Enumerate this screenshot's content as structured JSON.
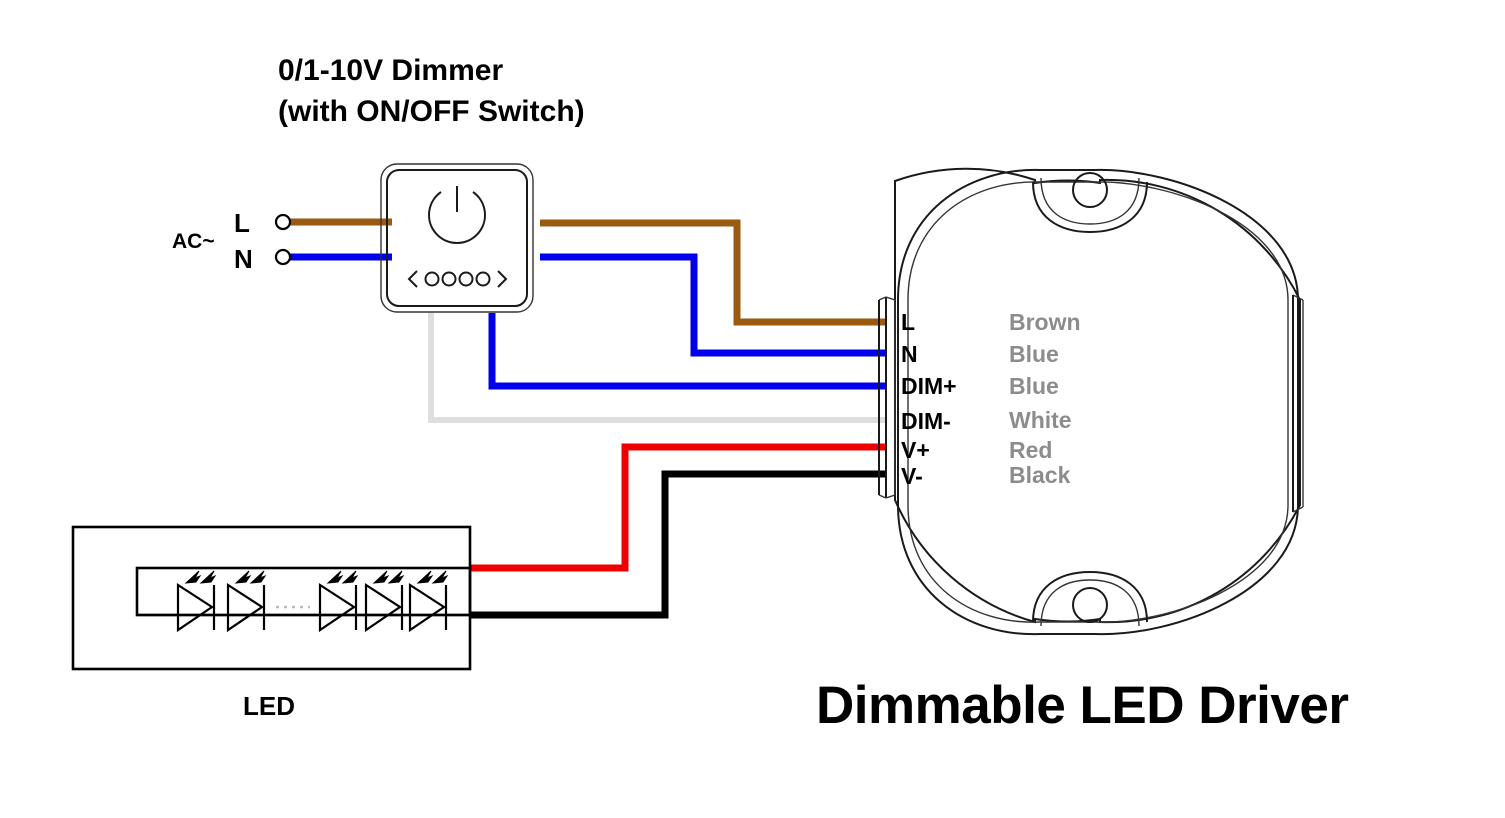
{
  "diagram": {
    "background_color": "#ffffff",
    "dimmer": {
      "title_line1": "0/1-10V Dimmer",
      "title_line2": "(with ON/OFF Switch)",
      "power_icon": "power-icon",
      "level_indicator": "< ○ ○ ○ ○ >",
      "level_dots": 4,
      "left_arrow": "<",
      "right_arrow": ">"
    },
    "ac_input": {
      "label": "AC~",
      "terminals": [
        {
          "label": "L",
          "wire_color_name": "brown",
          "wire_color": "#9a5a10"
        },
        {
          "label": "N",
          "wire_color_name": "blue",
          "wire_color": "#0000ee"
        }
      ]
    },
    "driver": {
      "title": "Dimmable LED Driver",
      "terminals": [
        {
          "name": "L",
          "wire": "Brown",
          "color": "#9a5a10"
        },
        {
          "name": "N",
          "wire": "Blue",
          "color": "#0000ee"
        },
        {
          "name": "DIM+",
          "wire": "Blue",
          "color": "#0000ee"
        },
        {
          "name": "DIM-",
          "wire": "White",
          "color": "#dedede"
        },
        {
          "name": "V+",
          "wire": "Red",
          "color": "#ee0000"
        },
        {
          "name": "V-",
          "wire": "Black",
          "color": "#000000"
        }
      ]
    },
    "led_module": {
      "label": "LED",
      "led_count": 5,
      "positive_wire_color": "#ee0000",
      "negative_wire_color": "#000000"
    },
    "wire_colors": {
      "brown": "#9a5a10",
      "blue": "#0000ee",
      "white": "#dedede",
      "red": "#ee0000",
      "black": "#000000",
      "label_gray": "#8c8c8c"
    }
  }
}
